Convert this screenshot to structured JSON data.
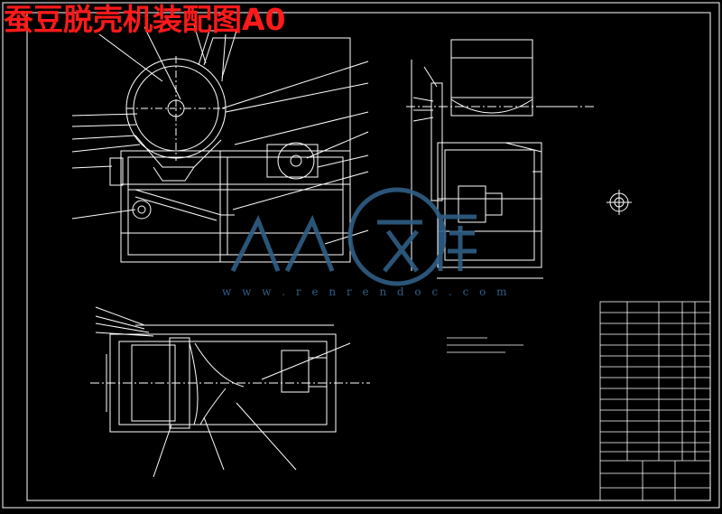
{
  "title": "蚕豆脱壳机装配图A0",
  "watermark": {
    "text": "人人文库",
    "url": "w w w . r e n r e n d o c . c o m"
  },
  "colors": {
    "background": "#000000",
    "lines": "#ffffff",
    "title": "#ff1a1a",
    "watermark": "#2f5f86"
  }
}
